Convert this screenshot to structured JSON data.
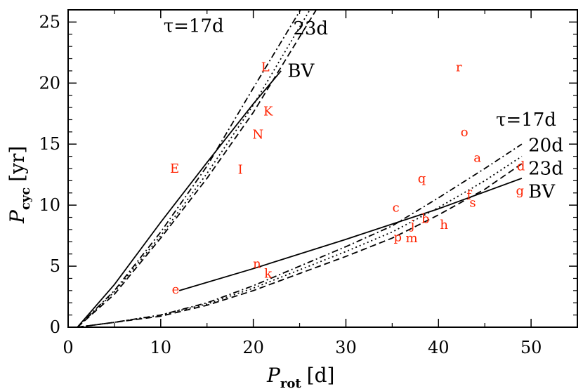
{
  "chart_data": {
    "type": "line",
    "xlabel": "P",
    "xlabel_sub": "rot",
    "xlabel_unit": "[d]",
    "ylabel": "P",
    "ylabel_sub": "cyc",
    "ylabel_unit": "[yr]",
    "xlim": [
      0,
      55
    ],
    "ylim": [
      0,
      26
    ],
    "xticks": [
      0,
      10,
      20,
      30,
      40,
      50
    ],
    "yticks": [
      0,
      5,
      10,
      15,
      20,
      25
    ],
    "grid": false,
    "point_color": "#ff2200",
    "series": [
      {
        "name": "τ=17d",
        "branch": "upper",
        "style": "dashdot",
        "x": [
          1,
          5,
          10,
          15,
          20,
          25.5
        ],
        "y": [
          0,
          3.0,
          7.8,
          13.2,
          19.6,
          26.5
        ]
      },
      {
        "name": "20d",
        "branch": "upper",
        "style": "dotted",
        "x": [
          1,
          5,
          10,
          15,
          20,
          26.5
        ],
        "y": [
          0,
          2.9,
          7.5,
          12.6,
          18.2,
          26.5
        ]
      },
      {
        "name": "23d",
        "branch": "upper",
        "style": "dashed",
        "x": [
          1,
          5,
          10,
          15,
          20,
          27.2
        ],
        "y": [
          0,
          2.7,
          7.3,
          12.2,
          17.6,
          26.5
        ]
      },
      {
        "name": "BV",
        "branch": "upper",
        "style": "solid",
        "x": [
          1,
          5,
          10,
          15,
          20,
          23
        ],
        "y": [
          0,
          3.5,
          8.6,
          13.5,
          18.3,
          21.0
        ]
      },
      {
        "name": "τ=17d",
        "branch": "lower",
        "style": "dashdot",
        "x": [
          1,
          5,
          10,
          15,
          20,
          25,
          30,
          35,
          40,
          45,
          49
        ],
        "y": [
          0,
          0.4,
          1.0,
          2.0,
          3.4,
          5.0,
          6.6,
          8.3,
          10.6,
          13.0,
          15.0
        ]
      },
      {
        "name": "20d",
        "branch": "lower",
        "style": "dotted",
        "x": [
          1,
          5,
          10,
          15,
          20,
          25,
          30,
          35,
          40,
          45,
          49
        ],
        "y": [
          0,
          0.4,
          1.0,
          1.9,
          3.2,
          4.7,
          6.2,
          7.8,
          9.8,
          12.0,
          14.0
        ]
      },
      {
        "name": "23d",
        "branch": "lower",
        "style": "dashed",
        "x": [
          1,
          5,
          10,
          15,
          20,
          25,
          30,
          35,
          40,
          45,
          49
        ],
        "y": [
          0,
          0.4,
          0.9,
          1.8,
          3.0,
          4.4,
          5.8,
          7.3,
          9.2,
          11.3,
          13.4
        ]
      },
      {
        "name": "BV",
        "branch": "lower",
        "style": "solid",
        "x": [
          12,
          20,
          30,
          40,
          49
        ],
        "y": [
          3.0,
          4.8,
          7.2,
          9.7,
          12.2
        ]
      }
    ],
    "curve_labels": [
      {
        "text": "τ=17d",
        "x": 10.3,
        "y": 24.2
      },
      {
        "text": "23d",
        "x": 24.3,
        "y": 24.0
      },
      {
        "text": "BV",
        "x": 23.7,
        "y": 20.5
      },
      {
        "text": "τ=17d",
        "x": 46.2,
        "y": 16.5
      },
      {
        "text": "20d",
        "x": 49.7,
        "y": 14.4
      },
      {
        "text": "23d",
        "x": 49.7,
        "y": 12.5
      },
      {
        "text": "BV",
        "x": 49.7,
        "y": 10.6
      }
    ],
    "points": [
      {
        "label": "E",
        "x": 11.5,
        "y": 13.0
      },
      {
        "label": "I",
        "x": 18.6,
        "y": 12.9
      },
      {
        "label": "N",
        "x": 20.5,
        "y": 15.8
      },
      {
        "label": "K",
        "x": 21.6,
        "y": 17.7
      },
      {
        "label": "L",
        "x": 21.3,
        "y": 21.3
      },
      {
        "label": "e",
        "x": 11.6,
        "y": 3.1
      },
      {
        "label": "n",
        "x": 20.4,
        "y": 5.2
      },
      {
        "label": "k",
        "x": 21.6,
        "y": 4.4
      },
      {
        "label": "c",
        "x": 35.4,
        "y": 9.8
      },
      {
        "label": "q",
        "x": 38.2,
        "y": 12.2
      },
      {
        "label": "j",
        "x": 37.2,
        "y": 8.4
      },
      {
        "label": "b",
        "x": 38.6,
        "y": 8.9
      },
      {
        "label": "h",
        "x": 40.6,
        "y": 8.4
      },
      {
        "label": "p",
        "x": 35.6,
        "y": 7.4
      },
      {
        "label": "m",
        "x": 37.1,
        "y": 7.3
      },
      {
        "label": "r",
        "x": 42.2,
        "y": 21.3
      },
      {
        "label": "o",
        "x": 42.8,
        "y": 16.0
      },
      {
        "label": "a",
        "x": 44.2,
        "y": 13.9
      },
      {
        "label": "d",
        "x": 48.9,
        "y": 13.2
      },
      {
        "label": "f",
        "x": 43.3,
        "y": 10.8
      },
      {
        "label": "s",
        "x": 43.7,
        "y": 10.2
      },
      {
        "label": "g",
        "x": 48.8,
        "y": 11.2
      }
    ]
  }
}
